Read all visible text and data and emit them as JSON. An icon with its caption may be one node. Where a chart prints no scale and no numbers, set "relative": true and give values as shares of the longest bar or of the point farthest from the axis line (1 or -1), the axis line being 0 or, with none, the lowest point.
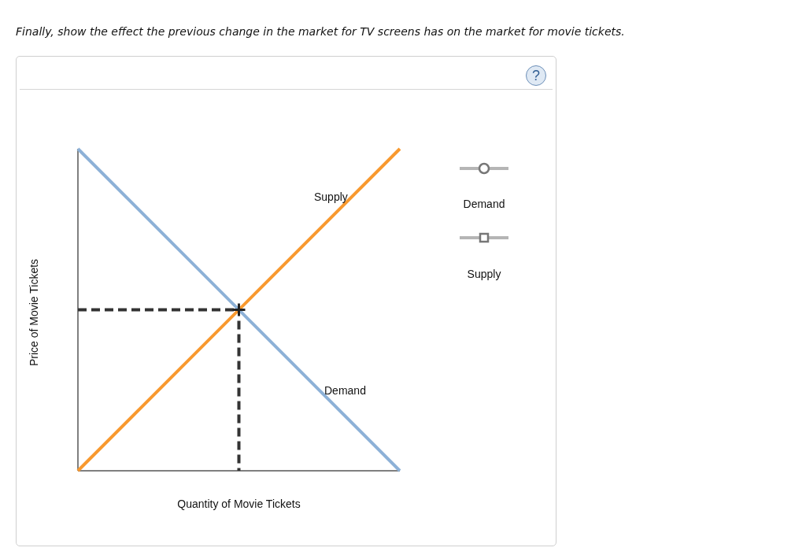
{
  "diagram": {
    "title": "Finally, show the effect the previous change in the market for TV screens has on the market for movie tickets.",
    "labels": [
      "?"
    ],
    "legend": [
      {
        "text": "Demand"
      },
      {
        "text": "Supply"
      }
    ],
    "chart_data": {
      "type": "line",
      "xlabel": "Quantity of Movie Tickets",
      "ylabel": "Price of Movie Tickets",
      "categories": [
        null,
        null
      ],
      "relative": true,
      "series": [
        {
          "name": "Demand",
          "color": "#8db1d7",
          "values": [
            1,
            0
          ]
        },
        {
          "name": "Supply",
          "color": "#f8992f",
          "values": [
            0,
            1
          ]
        }
      ]
    }
  }
}
